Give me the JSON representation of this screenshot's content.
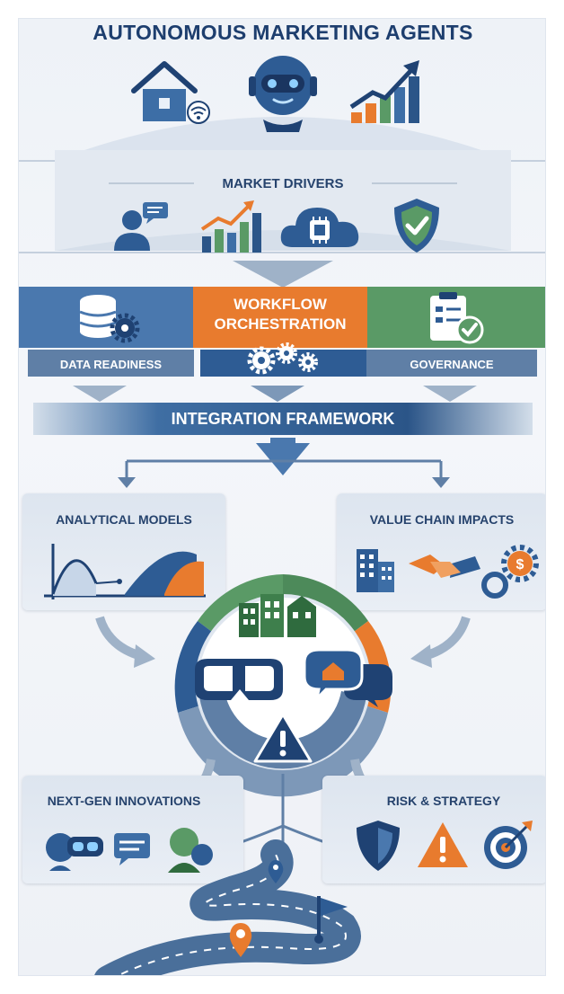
{
  "title": "AUTONOMOUS MARKETING AGENTS",
  "market_drivers": {
    "heading": "MARKET DRIVERS"
  },
  "pillars": {
    "workflow": "WORKFLOW ORCHESTRATION",
    "workflow_line1": "WORKFLOW",
    "workflow_line2": "ORCHESTRATION",
    "data_readiness": "DATA READINESS",
    "governance": "GOVERNANCE"
  },
  "integration": "INTEGRATION FRAMEWORK",
  "analytical_models": "ANALYTICAL MODELS",
  "value_chain": "VALUE CHAIN IMPACTS",
  "next_gen": "NEXT-GEN INNOVATIONS",
  "risk_strategy": "RISK & STRATEGY",
  "colors": {
    "navy": "#1d3e6e",
    "blue": "#4a78ae",
    "orange": "#e87b2e",
    "green": "#5a9a66",
    "steel": "#5f7fa6"
  }
}
